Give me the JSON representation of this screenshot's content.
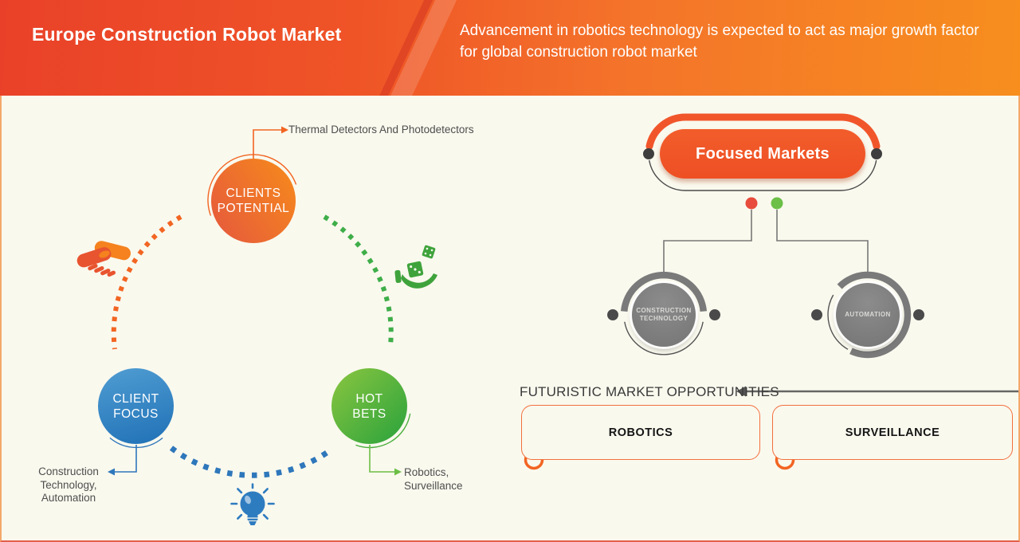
{
  "header": {
    "title": "Europe Construction Robot Market",
    "subtitle": "Advancement in robotics technology is expected to act as major growth factor for global construction robot market"
  },
  "cycle": {
    "potential_line1": "CLIENTS",
    "potential_line2": "POTENTIAL",
    "potential_note": "Thermal Detectors And Photodetectors",
    "focus_line1": "CLIENT",
    "focus_line2": "FOCUS",
    "focus_note_line1": "Construction",
    "focus_note_line2": "Technology,",
    "focus_note_line3": "Automation",
    "bets_line1": "HOT",
    "bets_line2": "BETS",
    "bets_note_line1": "Robotics,",
    "bets_note_line2": "Surveillance"
  },
  "focused_markets": {
    "title": "Focused Markets",
    "node1_line1": "CONSTRUCTION",
    "node1_line2": "TECHNOLOGY",
    "node2_label": "AUTOMATION"
  },
  "opportunities": {
    "heading": "FUTURISTIC MARKET OPPORTUNITIES",
    "box1_label": "ROBOTICS",
    "box2_label": "SURVEILLANCE"
  },
  "icons": {
    "handshake": "handshake-icon",
    "dice_in_hand": "dice-in-hand-icon",
    "lightbulb": "lightbulb-icon"
  },
  "colors": {
    "accent_orange": "#F26522",
    "accent_red_orange": "#EF4E2B",
    "accent_blue": "#2E77BB",
    "accent_green": "#4CAF3E",
    "node_gray": "#7D7D7D",
    "background_cream": "#FAF9EE"
  }
}
